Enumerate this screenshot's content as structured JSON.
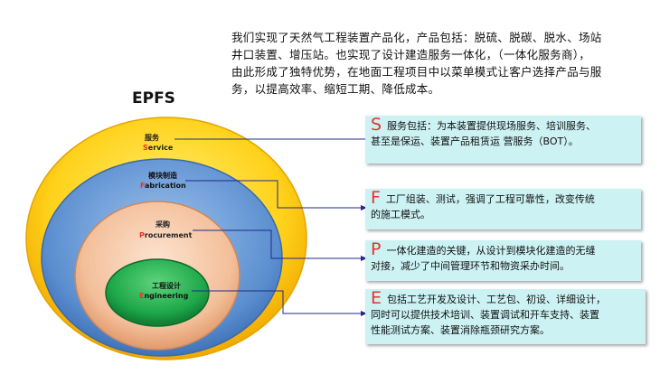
{
  "intro": {
    "lines": [
      "我们实现了天然气工程装置产品化，产品包括：脱硫、脱碳、脱水、场站",
      "井口装置、增压站。也实现了设计建造服务一体化，（一体化服务商），",
      "由此形成了独特优势，在地面工程项目中以菜单模式让客户选择产品与服",
      "务，以提高效率、缩短工期、降低成本。"
    ]
  },
  "diagram": {
    "title": "EPFS",
    "accent_color": "#e8332a",
    "layers": [
      {
        "key": "S",
        "cn": "服务",
        "en_first": "S",
        "en_rest": "ervice",
        "color": "#ffd11a"
      },
      {
        "key": "F",
        "cn": "模块制造",
        "en_first": "F",
        "en_rest": "abrication",
        "color": "#5b8ecf"
      },
      {
        "key": "P",
        "cn": "采购",
        "en_first": "P",
        "en_rest": "rocurement",
        "color": "#f0b48c"
      },
      {
        "key": "E",
        "cn": "工程设计",
        "en_first": "E",
        "en_rest": "ngineering",
        "color": "#1ea84a"
      }
    ]
  },
  "boxes": [
    {
      "letter": "S",
      "first": "服务包括：为本装置提供现场服务、培训服务、",
      "rest": [
        "甚至是保运、装置产品租赁运  营服务（BOT）。"
      ]
    },
    {
      "letter": "F",
      "first": "工厂组装、测试，强调了工程可靠性，改变传统",
      "rest": [
        "的施工模式。"
      ]
    },
    {
      "letter": "P",
      "first": "一体化建造的关键，从设计到模块化建造的无缝",
      "rest": [
        "对接，减少了中间管理环节和物资采办时间。"
      ]
    },
    {
      "letter": "E",
      "first": "包括工艺开发及设计、工艺包、初设、详细设计，",
      "rest": [
        "同时可以提供技术培训、装置调试和开车支持、装置",
        "性能测试方案、装置消除瓶颈研究方案。"
      ]
    }
  ]
}
